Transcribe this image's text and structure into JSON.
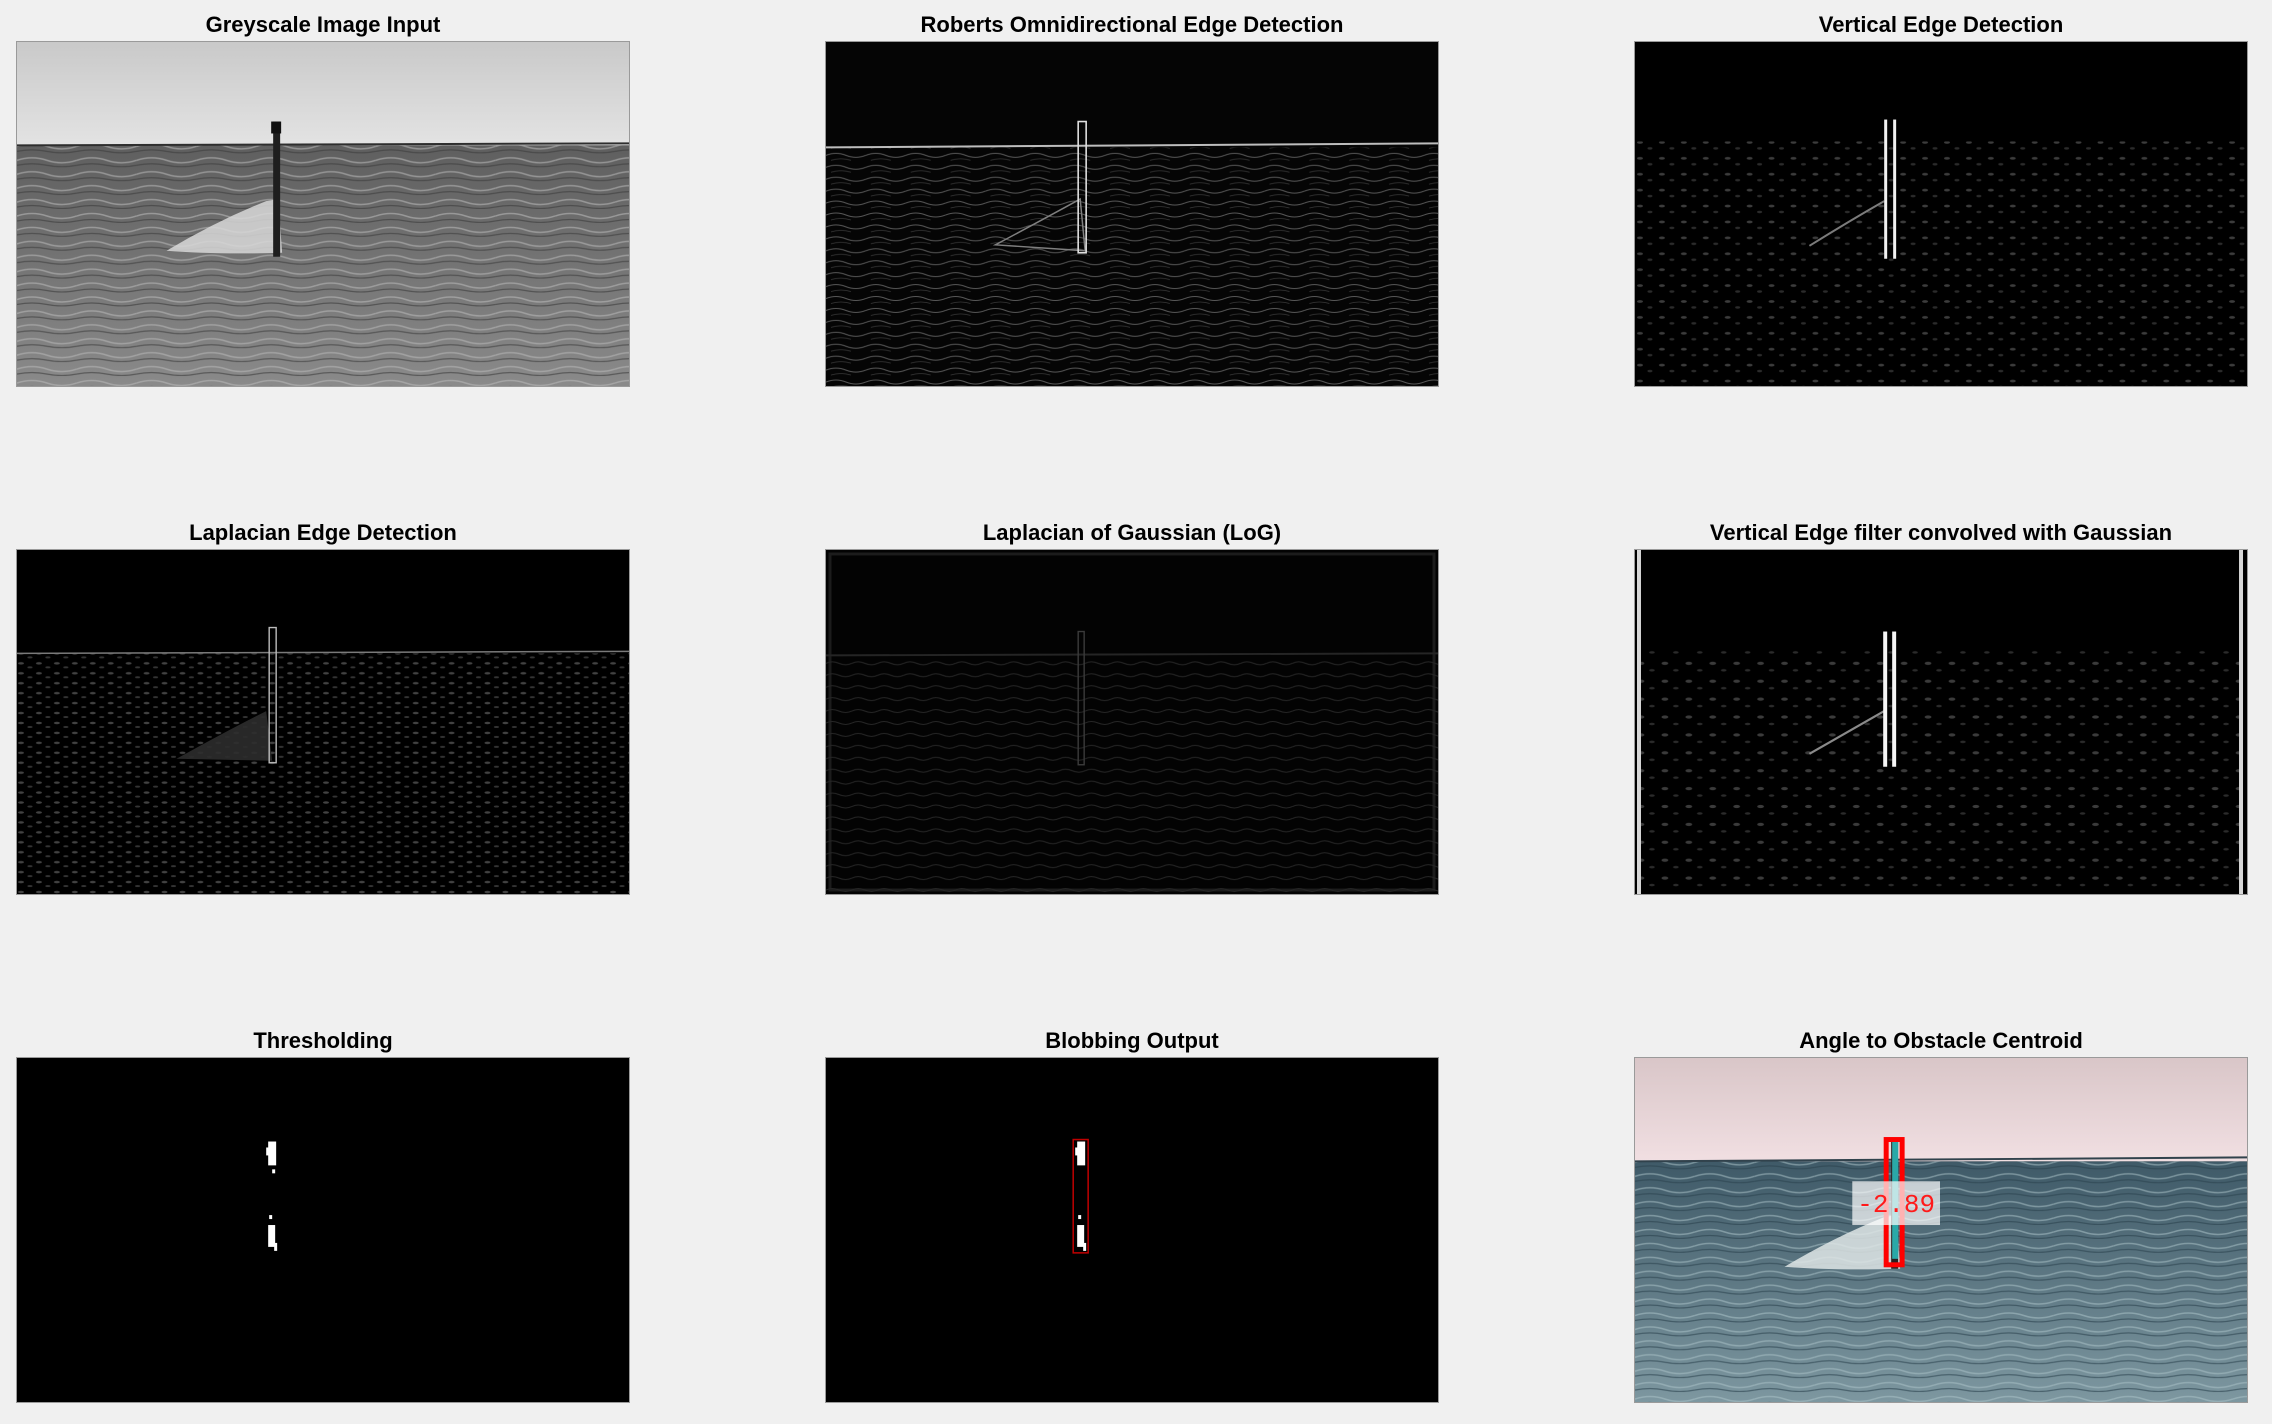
{
  "figure": {
    "background": "#f0f0f0",
    "panels": [
      {
        "title": "Greyscale Image Input",
        "kind": "greyscale-photo"
      },
      {
        "title": "Roberts Omnidirectional Edge Detection",
        "kind": "edge-map"
      },
      {
        "title": "Vertical Edge Detection",
        "kind": "edge-map"
      },
      {
        "title": "Laplacian Edge Detection",
        "kind": "edge-map"
      },
      {
        "title": "Laplacian of Gaussian (LoG)",
        "kind": "edge-map-faint"
      },
      {
        "title": "Vertical Edge filter convolved with Gaussian",
        "kind": "edge-map"
      },
      {
        "title": "Thresholding",
        "kind": "binary-mask"
      },
      {
        "title": "Blobbing Output",
        "kind": "binary-mask-with-box"
      },
      {
        "title": "Angle to Obstacle Centroid",
        "kind": "colour-photo-annotated"
      }
    ],
    "annotation": {
      "angle_value": "-2.89",
      "box_color": "#ff0000",
      "centroid_line_color": "#2ab7b7",
      "label_color": "#ff1a1a"
    }
  }
}
